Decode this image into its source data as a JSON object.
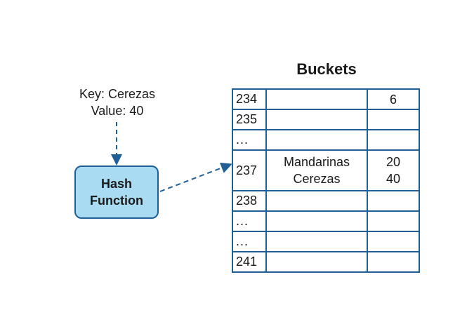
{
  "key_label": {
    "key": "Key: Cerezas",
    "value": "Value: 40"
  },
  "hash_function": {
    "line1": "Hash",
    "line2": "Function"
  },
  "buckets": {
    "title": "Buckets",
    "rows": [
      {
        "index": "234",
        "names": [],
        "values": [
          "6"
        ]
      },
      {
        "index": "235",
        "names": [],
        "values": []
      },
      {
        "index": "...",
        "names": [],
        "values": []
      },
      {
        "index": "237",
        "names": [
          "Mandarinas",
          "Cerezas"
        ],
        "values": [
          "20",
          "40"
        ]
      },
      {
        "index": "238",
        "names": [],
        "values": []
      },
      {
        "index": "...",
        "names": [],
        "values": []
      },
      {
        "index": "...",
        "names": [],
        "values": []
      },
      {
        "index": "241",
        "names": [],
        "values": []
      }
    ]
  },
  "colors": {
    "accent": "#1f5f95",
    "box_fill": "#a9dcf3"
  }
}
